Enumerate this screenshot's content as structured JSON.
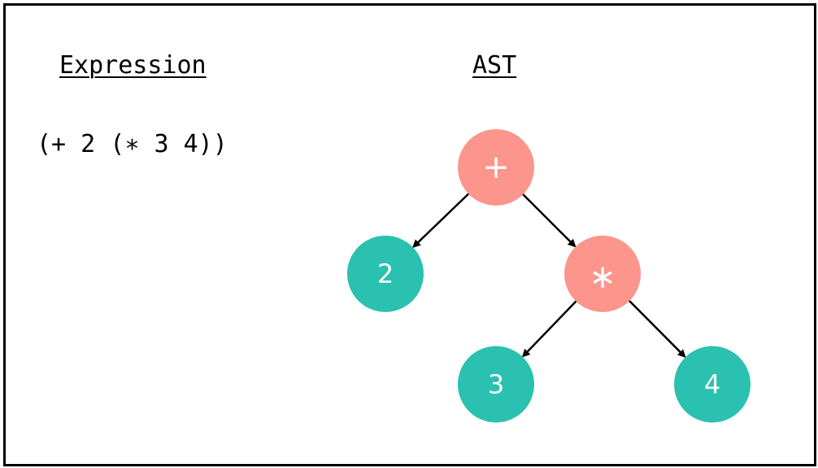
{
  "headings": {
    "expression": "Expression",
    "ast": "AST"
  },
  "expression": "(+ 2 (∗ 3 4))",
  "colors": {
    "operator": "#fc958c",
    "operand": "#2ac1b0",
    "edge": "#000000",
    "label": "#ffffff"
  },
  "ast": {
    "nodes": [
      {
        "id": "plus",
        "label": "+",
        "kind": "operator"
      },
      {
        "id": "two",
        "label": "2",
        "kind": "operand"
      },
      {
        "id": "times",
        "label": "∗",
        "kind": "operator"
      },
      {
        "id": "three",
        "label": "3",
        "kind": "operand"
      },
      {
        "id": "four",
        "label": "4",
        "kind": "operand"
      }
    ],
    "edges": [
      {
        "from": "plus",
        "to": "two"
      },
      {
        "from": "plus",
        "to": "times"
      },
      {
        "from": "times",
        "to": "three"
      },
      {
        "from": "times",
        "to": "four"
      }
    ]
  }
}
